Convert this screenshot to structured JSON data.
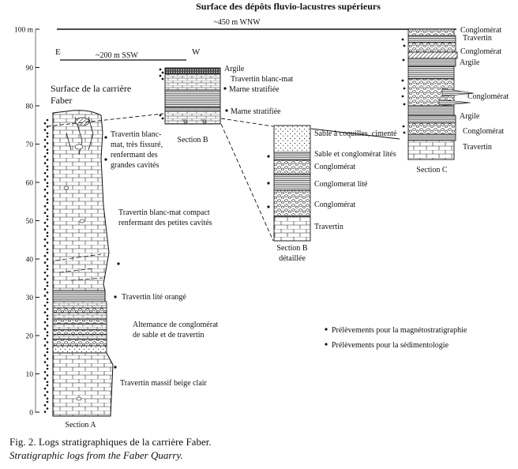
{
  "top": {
    "title": "Surface des dépôts fluvio-lacustres supérieurs",
    "distance_wnw": "~450 m WNW",
    "distance_ssw": "~200 m SSW",
    "east": "E",
    "west": "W"
  },
  "axis": {
    "ticks": [
      "0",
      "10",
      "20",
      "30",
      "40",
      "50",
      "60",
      "70",
      "80",
      "90",
      "100 m"
    ]
  },
  "quarry_surface": {
    "line1": "Surface de la carrière",
    "line2": "Faber"
  },
  "section_a": {
    "label": "Section A",
    "units": [
      {
        "line1": "Travertin blanc-",
        "line2": "mat, très fissuré,",
        "line3": "renfermant des",
        "line4": "grandes cavités"
      },
      {
        "line1": "Travertin blanc-mat compact",
        "line2": "renfermant des petites cavités"
      },
      {
        "line1": "Travertin lité orangé"
      },
      {
        "line1": "Alternance de conglomérat",
        "line2": "de sable et de travertin"
      },
      {
        "line1": "Travertin massif beige clair"
      }
    ]
  },
  "section_b": {
    "label": "Section B",
    "units": [
      "Argile",
      "Travertin blanc-mat",
      "Marne stratifiée",
      "Marne stratifiée"
    ]
  },
  "section_b_detail": {
    "label_line1": "Section B",
    "label_line2": "détaillée",
    "units": [
      "Sable à coquilles, cimenté",
      "Sable et conglomérat lités",
      "Conglomérat",
      "Conglomerat lité",
      "Conglomérat",
      "Travertin"
    ]
  },
  "section_c": {
    "label": "Section C",
    "units": [
      "Conglomérat",
      "Travertin",
      "Conglomérat",
      "Argile",
      "Conglomérat",
      "Argile",
      "Conglomérat",
      "Travertin"
    ]
  },
  "legend": {
    "magneto": "Prélèvements pour la magnétostratigraphie",
    "sedimento": "Prélèvements pour la sédimentologie"
  },
  "caption": {
    "fr": "Fig. 2. Logs stratigraphiques de la carrière Faber.",
    "en": "Stratigraphic logs from the Faber Quarry."
  }
}
